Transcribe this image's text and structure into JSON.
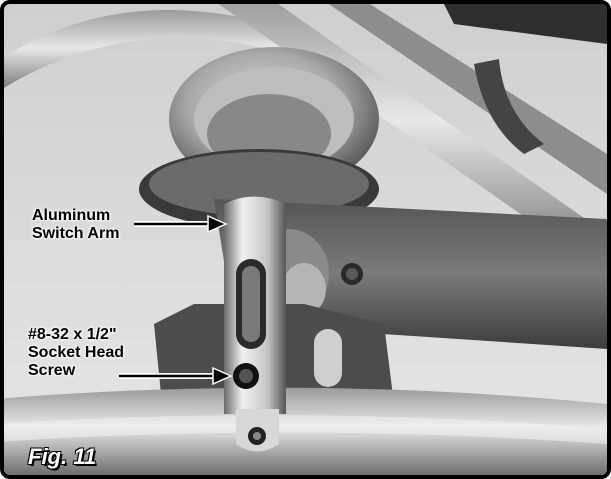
{
  "figure": {
    "label": "Fig. 11"
  },
  "callouts": {
    "switch_arm": {
      "line1": "Aluminum",
      "line2": "Switch Arm"
    },
    "screw": {
      "line1": "#8-32 x 1/2\"",
      "line2": "Socket Head",
      "line3": "Screw"
    }
  },
  "colors": {
    "frame_border": "#000000",
    "background": "#d9d9d9",
    "callout_text": "#000000",
    "figure_label": "#ffffff"
  }
}
